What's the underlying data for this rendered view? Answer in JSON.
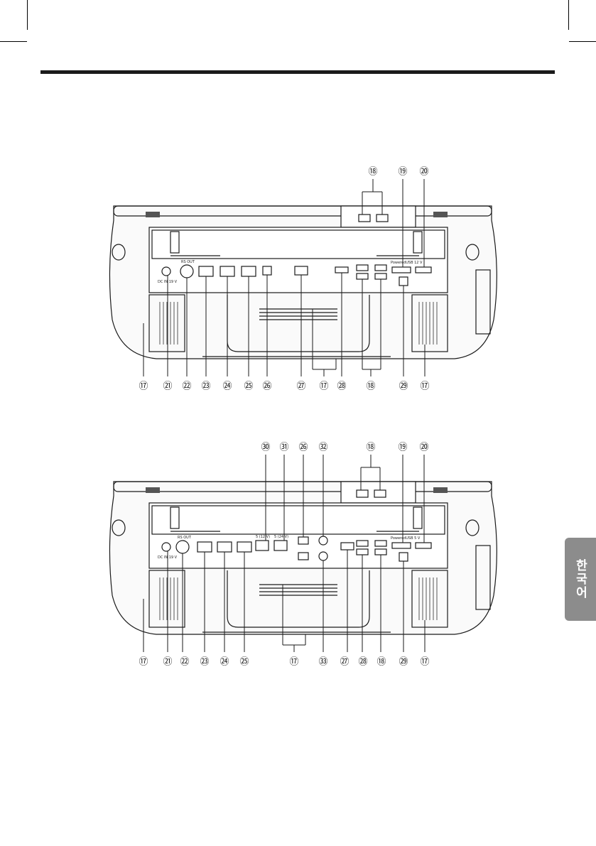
{
  "language_tab": "한국어",
  "figure_top": {
    "labels_above": [
      "⑱",
      "⑲",
      "⑳"
    ],
    "labels_below": [
      "⑰",
      "㉑",
      "㉒",
      "㉓",
      "㉔",
      "㉕",
      "㉖",
      "㉗",
      "⑰",
      "㉘",
      "⑱",
      "㉙",
      "⑰"
    ],
    "panel_text": {
      "dc_in": "DC IN 19 V",
      "rs_out": "RS OUT",
      "pwr": "PoweredUSB 12 V",
      "pwr2": "PoweredUSB 5 V"
    }
  },
  "figure_bottom": {
    "labels_above": [
      "㉚",
      "㉛",
      "㉖",
      "㉜",
      "⑱",
      "⑲",
      "⑳"
    ],
    "labels_below": [
      "⑰",
      "㉑",
      "㉒",
      "㉓",
      "㉔",
      "㉕",
      "⑰",
      "㉝",
      "㉗",
      "㉘",
      "⑱",
      "㉙",
      "⑰"
    ],
    "panel_text": {
      "dc_in": "DC IN 19 V",
      "rs_out": "RS OUT",
      "pwr": "PoweredUSB 5 V",
      "v12": "5 (12 V)",
      "v24": "5 (24 V)"
    }
  }
}
